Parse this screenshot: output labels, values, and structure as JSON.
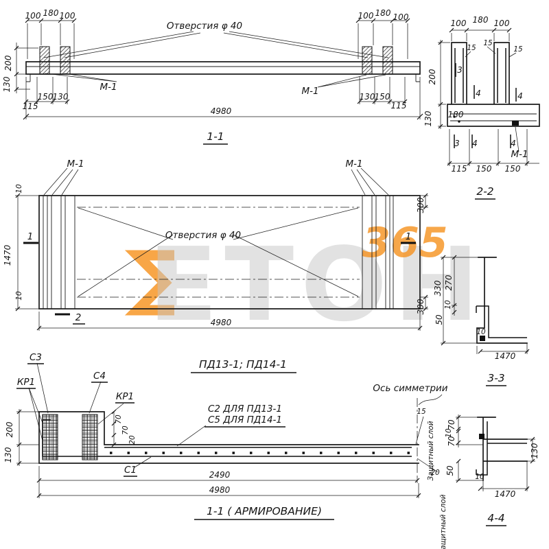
{
  "watermark": {
    "brand": "ЕТОН",
    "number": "365",
    "accent": "#f6921e"
  },
  "elevation": {
    "title": "1-1",
    "holes_label": "Отверстия  φ 40",
    "top_dims_left": [
      "100",
      "180",
      "100"
    ],
    "top_dims_right": [
      "100",
      "180",
      "100"
    ],
    "side_dims": [
      "200",
      "130"
    ],
    "bottom_dims_left": [
      "115",
      "150",
      "130"
    ],
    "bottom_dims_right": [
      "130",
      "150",
      "115"
    ],
    "overall_dim": "4980",
    "embed_label": "М-1"
  },
  "section_2_2": {
    "title": "2-2",
    "top_dims": [
      "100",
      "180",
      "100"
    ],
    "cover_dims": [
      "15",
      "15",
      "15"
    ],
    "side_dims": [
      "200",
      "130"
    ],
    "inner_dim": "180",
    "bar_marks_top": [
      "3",
      "4",
      "4"
    ],
    "bar_marks_bottom": [
      "3",
      "4",
      "4"
    ],
    "embed_label": "М-1",
    "bottom_dims": [
      "115",
      "150",
      "150"
    ]
  },
  "plan": {
    "title": "ПД13-1; ПД14-1",
    "holes_label": "Отверстия  φ 40",
    "embed_label": "М-1",
    "width_dim": "1470",
    "length_dim": "4980",
    "edge_dims": [
      "300",
      "300"
    ],
    "offset_dims": [
      "10",
      "10"
    ],
    "cut_marks": {
      "one": "1",
      "two": "2"
    }
  },
  "section_3_3": {
    "title": "3-3",
    "dims": [
      "330",
      "270",
      "10",
      "50",
      "10"
    ],
    "width_dim": "1470"
  },
  "reinforcement": {
    "title": "1-1 ( АРМИРОВАНИЕ)",
    "symmetry_label": "Ось симметрии",
    "mesh_top_label": "С2 ДЛЯ ПД13-1",
    "mesh_top_alt_label": "С5 ДЛЯ ПД14-1",
    "mesh_c3": "С3",
    "mesh_c4": "С4",
    "frame_kr1_a": "КР1",
    "frame_kr1_b": "КР1",
    "mesh_c1": "С1",
    "cover_top_value": "15",
    "cover_top_label": "Защитный слой",
    "cover_bottom_value": "20",
    "cover_bottom_label": "Защитный слой",
    "side_dims": [
      "200",
      "130"
    ],
    "detail_dims": [
      "70",
      "70",
      "20"
    ],
    "half_dim": "2490",
    "overall_dim": "4980"
  },
  "section_4_4": {
    "title": "4-4",
    "dims": [
      "70",
      "10",
      "70",
      "50",
      "10",
      "130"
    ],
    "width_dim": "1470"
  }
}
